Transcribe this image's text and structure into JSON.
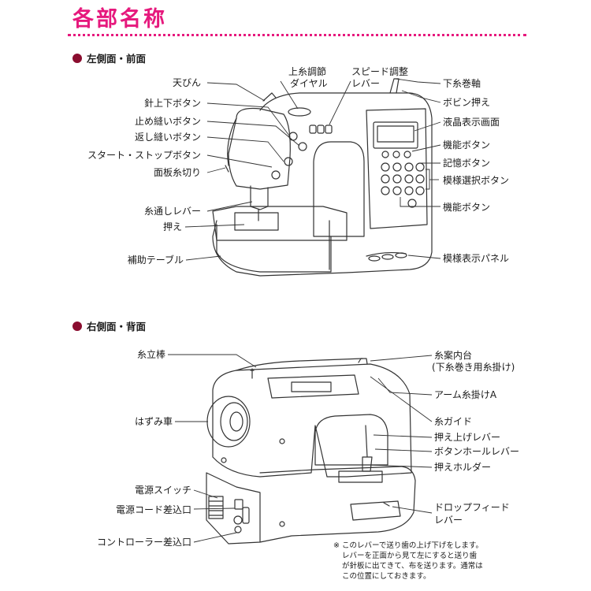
{
  "title": "各部名称",
  "sections": {
    "front": {
      "heading": "左側面・前面"
    },
    "back": {
      "heading": "右側面・背面"
    }
  },
  "front_labels": {
    "tenbin": "天びん",
    "needle_updown": "針上下ボタン",
    "lock_stitch": "止め縫いボタン",
    "reverse": "返し縫いボタン",
    "start_stop": "スタート・ストップボタン",
    "thread_cutter": "面板糸切り",
    "threader": "糸通しレバー",
    "presser_foot": "押え",
    "aux_table": "補助テーブル",
    "tension_dial_1": "上糸調節",
    "tension_dial_2": "ダイヤル",
    "speed_lever_1": "スピード調整",
    "speed_lever_2": "レバー",
    "bobbin_winder": "下糸巻軸",
    "bobbin_stopper": "ボビン押え",
    "lcd": "液晶表示画面",
    "function_button_1": "機能ボタン",
    "memory_button": "記憶ボタン",
    "pattern_select": "模様選択ボタン",
    "function_button_2": "機能ボタン",
    "pattern_panel": "模様表示パネル"
  },
  "back_labels": {
    "spool_pin": "糸立棒",
    "handwheel": "はずみ車",
    "power_switch": "電源スイッチ",
    "power_cord": "電源コード差込口",
    "controller": "コントローラー差込口",
    "thread_guide_base_1": "糸案内台",
    "thread_guide_base_2": "(下糸巻き用糸掛け)",
    "arm_guide": "アーム糸掛けA",
    "thread_guide": "糸ガイド",
    "presser_lifter": "押え上げレバー",
    "buttonhole_lever": "ボタンホールレバー",
    "foot_holder": "押えホルダー",
    "drop_feed_1": "ドロップフィード",
    "drop_feed_2": "レバー"
  },
  "note": {
    "line1": "※ このレバーで送り歯の上げ下げをします。",
    "line2": "レバーを正面から見て左にすると送り歯",
    "line3": "が針板に出てきて、布を送ります。通常は",
    "line4": "この位置にしておきます。"
  },
  "colors": {
    "accent": "#e6197d",
    "bullet": "#8a0d2f",
    "line": "#333333"
  }
}
